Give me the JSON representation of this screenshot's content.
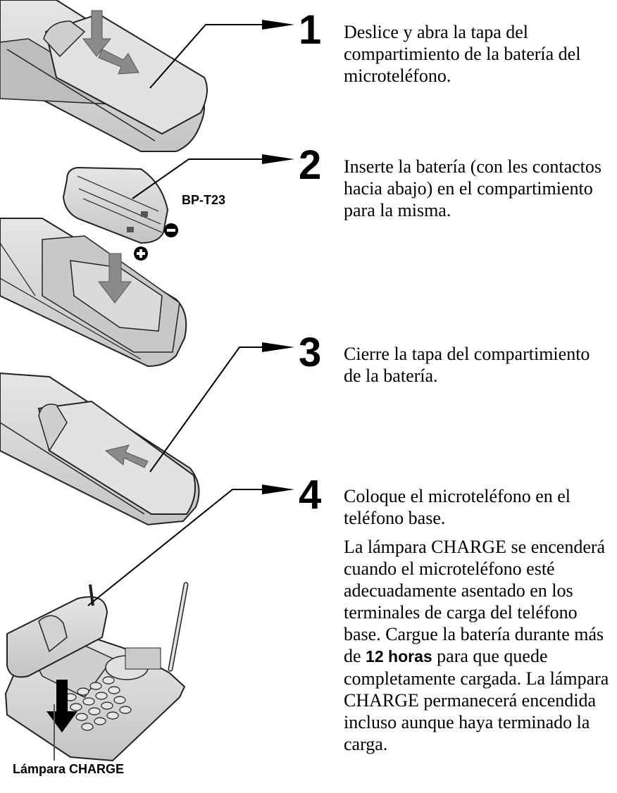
{
  "steps": [
    {
      "number": "1",
      "text": "Deslice y abra la tapa del compartimiento de la batería del microteléfono."
    },
    {
      "number": "2",
      "text": "Inserte la batería (con les contactos hacia abajo) en el compartimiento para la misma."
    },
    {
      "number": "3",
      "text": "Cierre la tapa del compartimiento de la batería."
    },
    {
      "number": "4",
      "text": "Coloque el microteléfono en el teléfono base.",
      "detail_before": "La lámpara CHARGE se encenderá cuando el microteléfono esté adecuadamente asentado en los terminales de carga del teléfono base.  Cargue la batería durante más de ",
      "detail_bold": "12 horas",
      "detail_after": " para que quede completamente cargada. La lámpara CHARGE permanecerá encendida incluso aunque haya terminado la carga."
    }
  ],
  "labels": {
    "battery_model": "BP-T23",
    "minus_symbol": "−",
    "plus_symbol": "+",
    "charge_lamp": "Lámpara CHARGE"
  },
  "colors": {
    "body_gray": "#d6d6d6",
    "arrow_gray": "#8a8a8a",
    "outline": "#222222"
  }
}
